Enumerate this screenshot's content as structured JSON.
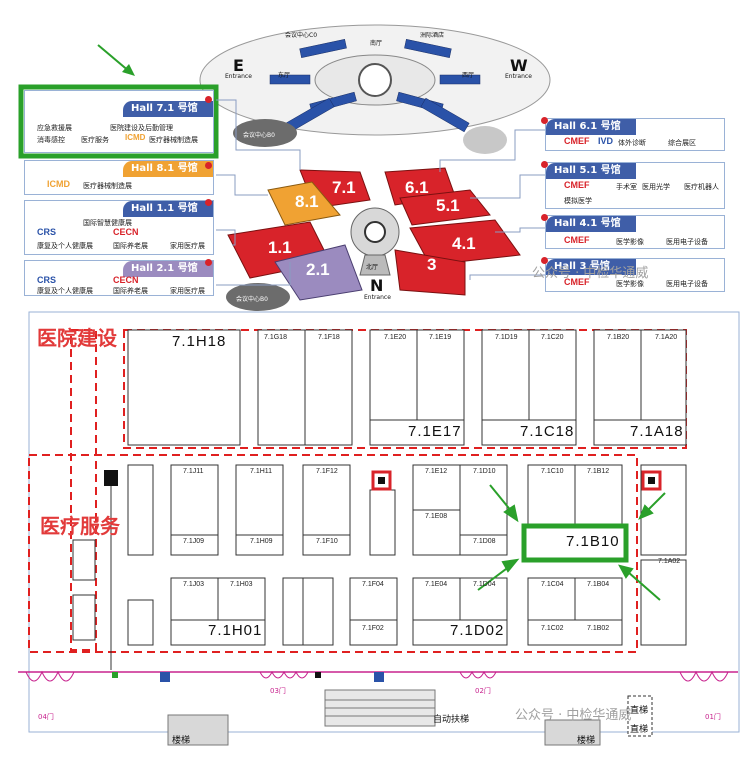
{
  "directions": {
    "east": "E",
    "west": "W",
    "north": "N",
    "entrance": "Entrance"
  },
  "hall_numbers": {
    "h71": "7.1",
    "h81": "8.1",
    "h11": "1.1",
    "h21": "2.1",
    "h61": "6.1",
    "h51": "5.1",
    "h41": "4.1",
    "h3": "3"
  },
  "overview_labels": {
    "hall_b0_left": "会议中心B0",
    "hall_b0_bottom": "会议中心B0",
    "c0": "会议中心C0",
    "south_lobby": "南厅",
    "east_lobby": "东厅",
    "west_lobby": "西厅",
    "north_lobby": "北厅",
    "hotel": "洲际酒店"
  },
  "cards_left": [
    {
      "title": "Hall 7.1 号馆",
      "style": "blue",
      "items": [
        "应急救援展",
        "医院建设及后勤管理",
        "消毒感控",
        "医疗服务",
        "ICMD",
        "医疗器械制造展"
      ]
    },
    {
      "title": "Hall 8.1 号馆",
      "style": "orange",
      "items": [
        "ICMD",
        "医疗器械制造展"
      ]
    },
    {
      "title": "Hall 1.1 号馆",
      "style": "blue",
      "items": [
        "国际智慧健康展",
        "CRS",
        "康复及个人健康展",
        "CECN",
        "国际养老展",
        "家用医疗展"
      ]
    },
    {
      "title": "Hall 2.1 号馆",
      "style": "violet",
      "items": [
        "CRS",
        "康复及个人健康展",
        "CECN",
        "国际养老展",
        "家用医疗展"
      ]
    }
  ],
  "cards_right": [
    {
      "title": "Hall 6.1 号馆",
      "items": [
        "CMEF",
        "IVD",
        "体外诊断",
        "综合展区"
      ]
    },
    {
      "title": "Hall 5.1 号馆",
      "items": [
        "CMEF",
        "手术室",
        "医用光学",
        "医疗机器人",
        "模拟医学"
      ]
    },
    {
      "title": "Hall 4.1 号馆",
      "items": [
        "CMEF",
        "医学影像",
        "医用电子设备"
      ]
    },
    {
      "title": "Hall 3 号馆",
      "items": [
        "CMEF",
        "医学影像",
        "医用电子设备"
      ]
    }
  ],
  "zones": {
    "hospital_construction": "医院建设",
    "medical_services": "医疗服务"
  },
  "booths_top": [
    "7.1H18",
    "7.1G18",
    "7.1F18",
    "7.1E20",
    "7.1E19",
    "7.1E17",
    "7.1D19",
    "7.1C20",
    "7.1C18",
    "7.1B20",
    "7.1A20",
    "7.1A18"
  ],
  "booths_mid": [
    "7.1J11",
    "7.1J09",
    "7.1H11",
    "7.1H09",
    "7.1F12",
    "7.1F10",
    "7.1E12",
    "7.1E08",
    "7.1D10",
    "7.1D08",
    "7.1C10",
    "7.1B12",
    "7.1B10",
    "7.1A02"
  ],
  "booths_bottom": [
    "7.1J03",
    "7.1H03",
    "7.1H01",
    "7.1F04",
    "7.1F02",
    "7.1E04",
    "7.1D04",
    "7.1D02",
    "7.1C04",
    "7.1B04",
    "7.1C02",
    "7.1B02"
  ],
  "highlighted_booth": "7.1B10",
  "floor_labels": {
    "door_04": "04门",
    "door_03": "03门",
    "door_02": "02门",
    "door_01": "01门",
    "escalator": "自动扶梯",
    "stairs_left": "楼梯",
    "stairs_right": "楼梯",
    "elevator_1": "直梯",
    "elevator_2": "直梯"
  },
  "watermarks": [
    "公众号 · 中检华通威",
    "公众号 · 中检华通威"
  ],
  "colors": {
    "red_hall": "#d8232a",
    "orange_hall": "#f0a233",
    "violet_hall": "#9b8bbf",
    "highlight_green": "#2aa02a",
    "dashed_red": "#e02020",
    "door_magenta": "#c8238e"
  }
}
